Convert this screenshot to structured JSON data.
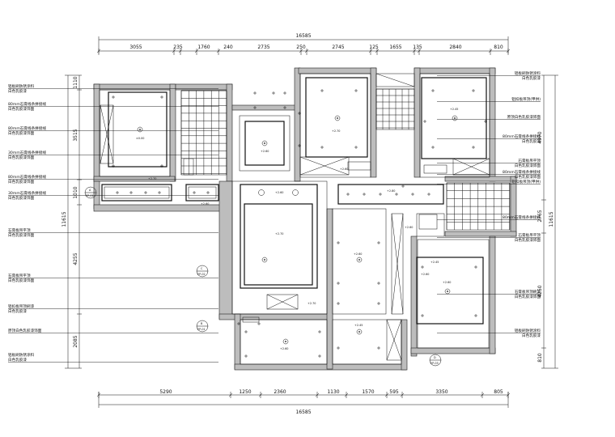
{
  "dimensions": {
    "top_total": "16585",
    "top_segments": [
      "3055",
      "235",
      "1760",
      "240",
      "2735",
      "250",
      "2745",
      "125",
      "1655",
      "135",
      "2840",
      "810"
    ],
    "bottom_total": "16585",
    "bottom_segments": [
      "5290",
      "1250",
      "2360",
      "1130",
      "1570",
      "595",
      "3350",
      "805"
    ],
    "left_overall": "11615",
    "left_segments": [
      "1110",
      "3515",
      "1010",
      "4255",
      "2085"
    ],
    "right_overall": "11615",
    "right_segments": [
      "4970",
      "2765",
      "4250",
      "810"
    ]
  },
  "left_labels": [
    "铝板刷防锈涂料",
    "白色乳胶漆",
    "80mm石膏线条拼接线",
    "白色乳胶漆饰面",
    "80mm石膏线条拼接线",
    "白色乳胶漆饰面",
    "30mm石膏线条拼接线",
    "白色乳胶漆饰面",
    "80mm石膏线条拼接线",
    "白色乳胶漆饰面",
    "30mm石膏线条拼接线",
    "白色乳胶漆饰面",
    "石膏板吊平顶",
    "白色乳胶漆饰面",
    "石膏板吊平顶",
    "白色乳胶漆饰面",
    "铝扣板吊顶刷漆",
    "白色乳胶漆",
    "原顶白色乳胶漆饰面",
    "铝板刷防锈涂料",
    "白色乳胶漆"
  ],
  "right_labels": [
    "铝板刷防锈涂料",
    "白色乳胶漆",
    "铝扣板吊顶(甲供)",
    "原顶白色乳胶漆饰面",
    "80mm石膏线条拼接线",
    "白色乳胶漆",
    "石膏板吊平顶",
    "白色乳胶漆饰面",
    "80mm石膏线条拼接线",
    "白色乳胶漆饰面",
    "铝扣板吊顶(甲供)",
    "80mm石膏线条拼接线",
    "石膏板吊平顶",
    "白色乳胶漆饰面",
    "石膏板吊顶刷漆",
    "白色乳胶漆饰面",
    "铝板刷防锈涂料",
    "白色乳胶漆"
  ],
  "elev_markers": [
    {
      "letter": "A",
      "code": "EP-01"
    },
    {
      "letter": "C",
      "code": "EP-02"
    },
    {
      "letter": "B",
      "code": "EP-01"
    },
    {
      "letter": "D",
      "code": "EP-03"
    }
  ],
  "heights": [
    "±0.00",
    "+2.60",
    "+2.70",
    "+2.45",
    "+2.70",
    "+2.60",
    "+2.60",
    "+2.60",
    "+2.45",
    "+2.70",
    "+2.60",
    "+2.80",
    "+2.60",
    "+2.45",
    "+2.60",
    "+2.60",
    "+2.60",
    "+2.70"
  ]
}
